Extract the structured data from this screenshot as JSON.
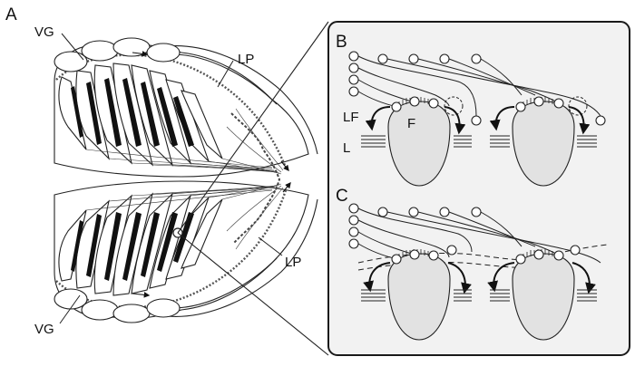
{
  "panels": {
    "a": "A",
    "b": "B",
    "c": "C"
  },
  "labels": {
    "vg_top": "VG",
    "vg_bottom": "VG",
    "lp_top": "LP",
    "lp_bottom": "LP",
    "lf": "LF",
    "f": "F",
    "l": "L"
  },
  "colors": {
    "line": "#222222",
    "fill_gray": "#e2e2e2",
    "panel_bg": "#f2f2f2",
    "panel_border": "#1a1a1a"
  }
}
